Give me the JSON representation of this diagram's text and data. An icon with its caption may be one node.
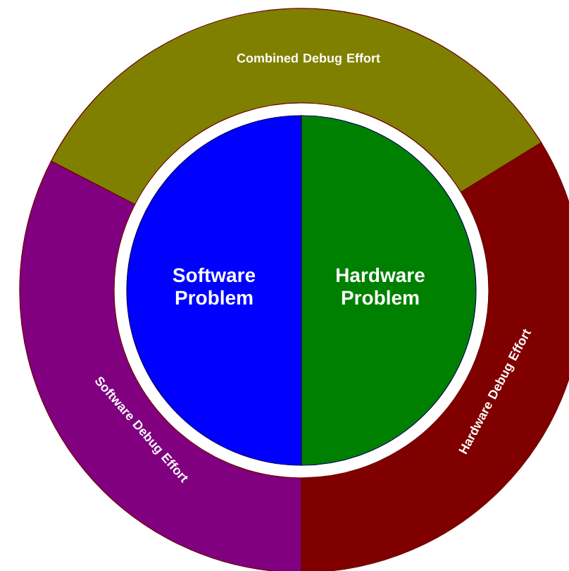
{
  "diagram": {
    "nodes": [
      {
        "text": [
          "Combined Debug Effort"
        ]
      },
      {
        "text": [
          "Software Problem"
        ]
      },
      {
        "text": [
          "Hardware Problem"
        ]
      },
      {
        "text": [
          "Software Debug Effort"
        ]
      },
      {
        "text": [
          "Hardware Debug Effort"
        ]
      }
    ]
  }
}
